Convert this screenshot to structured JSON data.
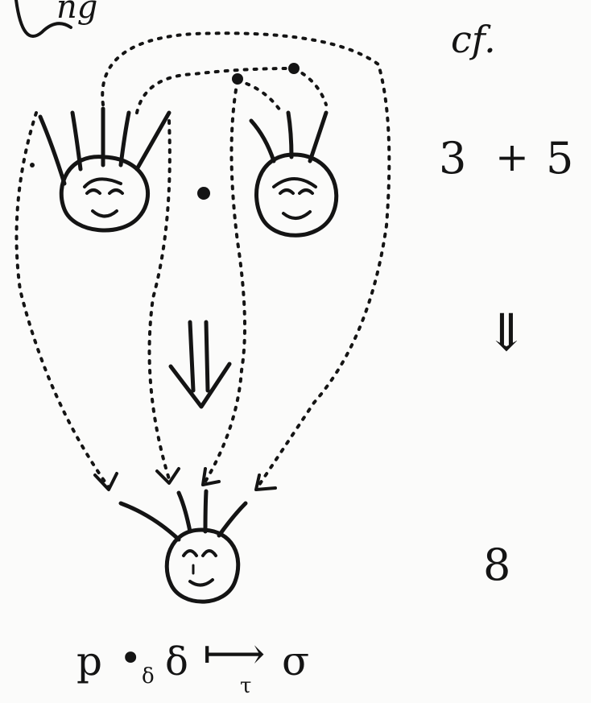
{
  "heading_fragment": "ng",
  "example_label": "cf.",
  "expression": {
    "left": "3",
    "operator": "+",
    "right": "5"
  },
  "implies_symbol": "⇓",
  "result": "8",
  "formula": {
    "p": "p",
    "circle_op": "•",
    "sub1": "δ",
    "delta": "δ",
    "mapsto": "⟼",
    "sub2": "τ",
    "target": "σ"
  }
}
